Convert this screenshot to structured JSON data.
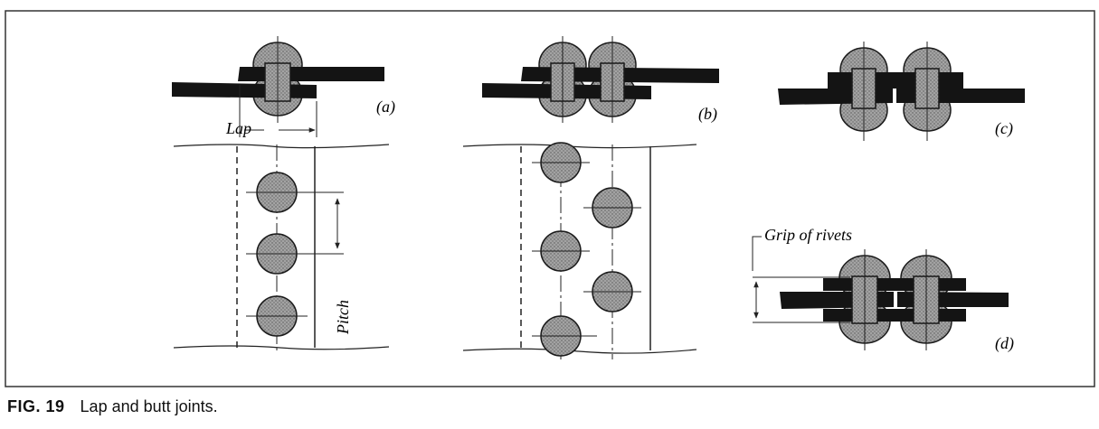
{
  "caption": {
    "figure_number": "FIG. 19",
    "text": "Lap and butt joints."
  },
  "labels": {
    "view_a": "(a)",
    "view_b": "(b)",
    "view_c": "(c)",
    "view_d": "(d)",
    "lap": "Lap",
    "pitch": "Pitch",
    "grip": "Grip of rivets"
  },
  "colors": {
    "plate": "#141414",
    "rivet_fill": "#9a9a9a",
    "rivet_stroke": "#1a1a1a",
    "line": "#222222",
    "frame": "#333333"
  }
}
